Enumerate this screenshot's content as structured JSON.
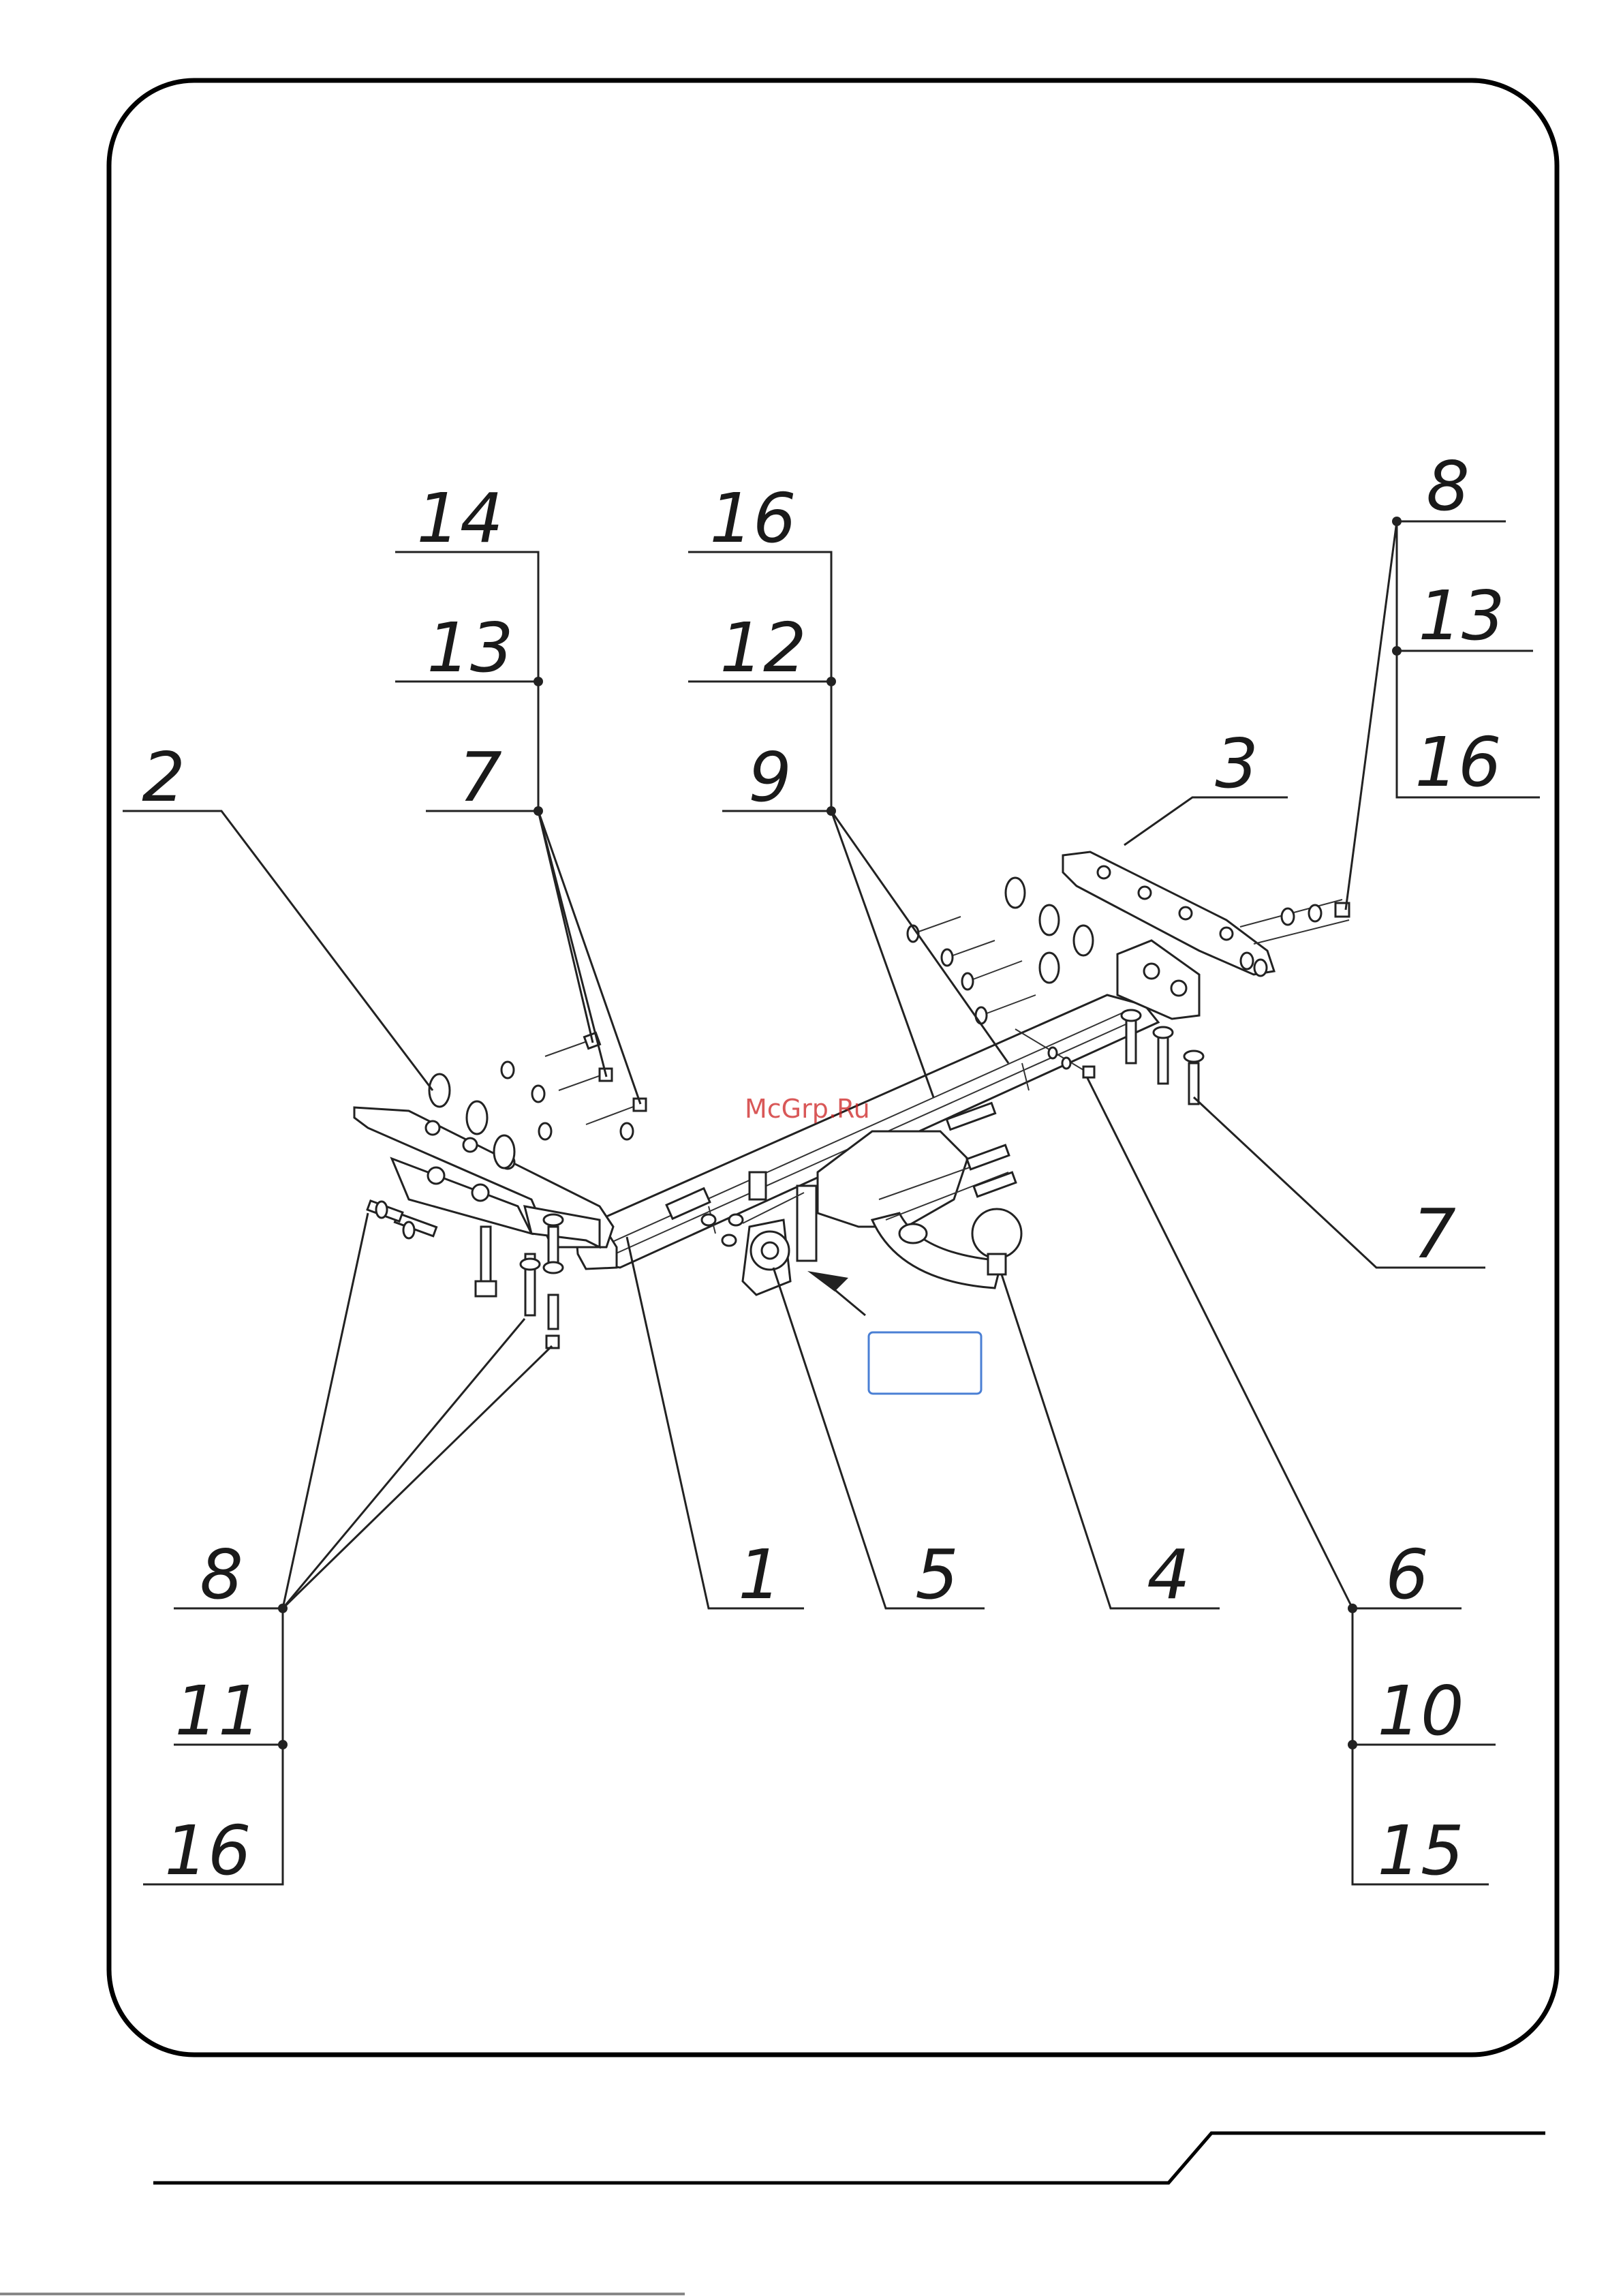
{
  "watermark": "McGrp.Ru",
  "labels": {
    "l14": "14",
    "l13a": "13",
    "l7a": "7",
    "l16a": "16",
    "l12": "12",
    "l9": "9",
    "l8a": "8",
    "l13b": "13",
    "l16b": "16",
    "l2": "2",
    "l3": "3",
    "l7b": "7",
    "l8b": "8",
    "l11": "11",
    "l16c": "16",
    "l1": "1",
    "l5": "5",
    "l4": "4",
    "l6": "6",
    "l10": "10",
    "l15": "15"
  },
  "colors": {
    "line": "#222222",
    "watermark": "#cc2020",
    "callout_border": "#4a7fd4"
  }
}
